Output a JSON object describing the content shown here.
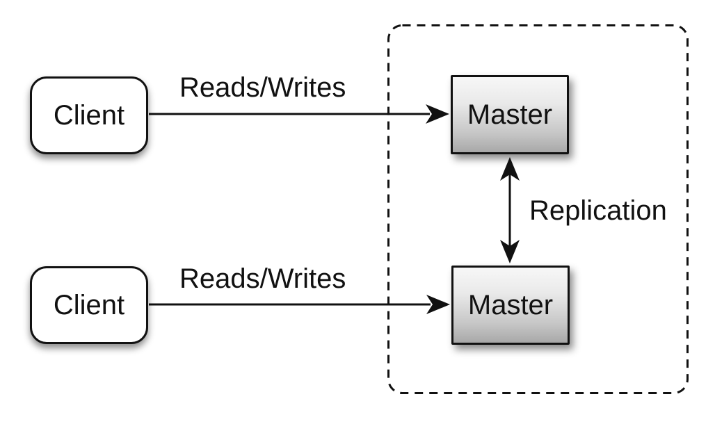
{
  "diagram": {
    "title": "master-master-replication-diagram",
    "nodes": {
      "client_top": {
        "label": "Client"
      },
      "client_bottom": {
        "label": "Client"
      },
      "master_top": {
        "label": "Master"
      },
      "master_bottom": {
        "label": "Master"
      }
    },
    "edges": {
      "reads_writes_top": {
        "label": "Reads/Writes",
        "from": "client_top",
        "to": "master_top",
        "direction": "right"
      },
      "reads_writes_bottom": {
        "label": "Reads/Writes",
        "from": "client_bottom",
        "to": "master_bottom",
        "direction": "right"
      },
      "replication": {
        "label": "Replication",
        "from": "master_top",
        "to": "master_bottom",
        "direction": "both"
      }
    },
    "groups": {
      "replication_cluster": {
        "style": "dashed-rounded-rectangle",
        "contains": [
          "master_top",
          "master_bottom"
        ]
      }
    },
    "colors": {
      "background": "#ffffff",
      "line": "#111111",
      "text": "#111111",
      "client_fill": "#ffffff",
      "master_gradient_top": "#f7f7f7",
      "master_gradient_bottom": "#a8a8a8"
    }
  }
}
